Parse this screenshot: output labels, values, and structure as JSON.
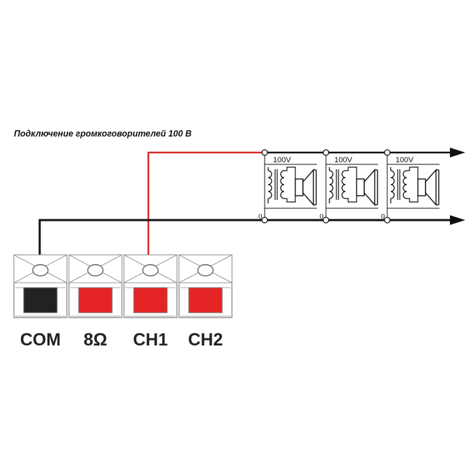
{
  "title": "Подключение громкоговорителей 100 В",
  "terminals": [
    {
      "label": "COM",
      "color": "#222222"
    },
    {
      "label": "8Ω",
      "color": "#e52525"
    },
    {
      "label": "CH1",
      "color": "#e52525"
    },
    {
      "label": "CH2",
      "color": "#e52525"
    }
  ],
  "speakers": [
    {
      "tap_label": "100V",
      "zero_label": "0"
    },
    {
      "tap_label": "100V",
      "zero_label": "0"
    },
    {
      "tap_label": "100V",
      "zero_label": "0"
    }
  ],
  "colors": {
    "signal_wire": "#d42a2a",
    "common_wire": "#111111"
  }
}
